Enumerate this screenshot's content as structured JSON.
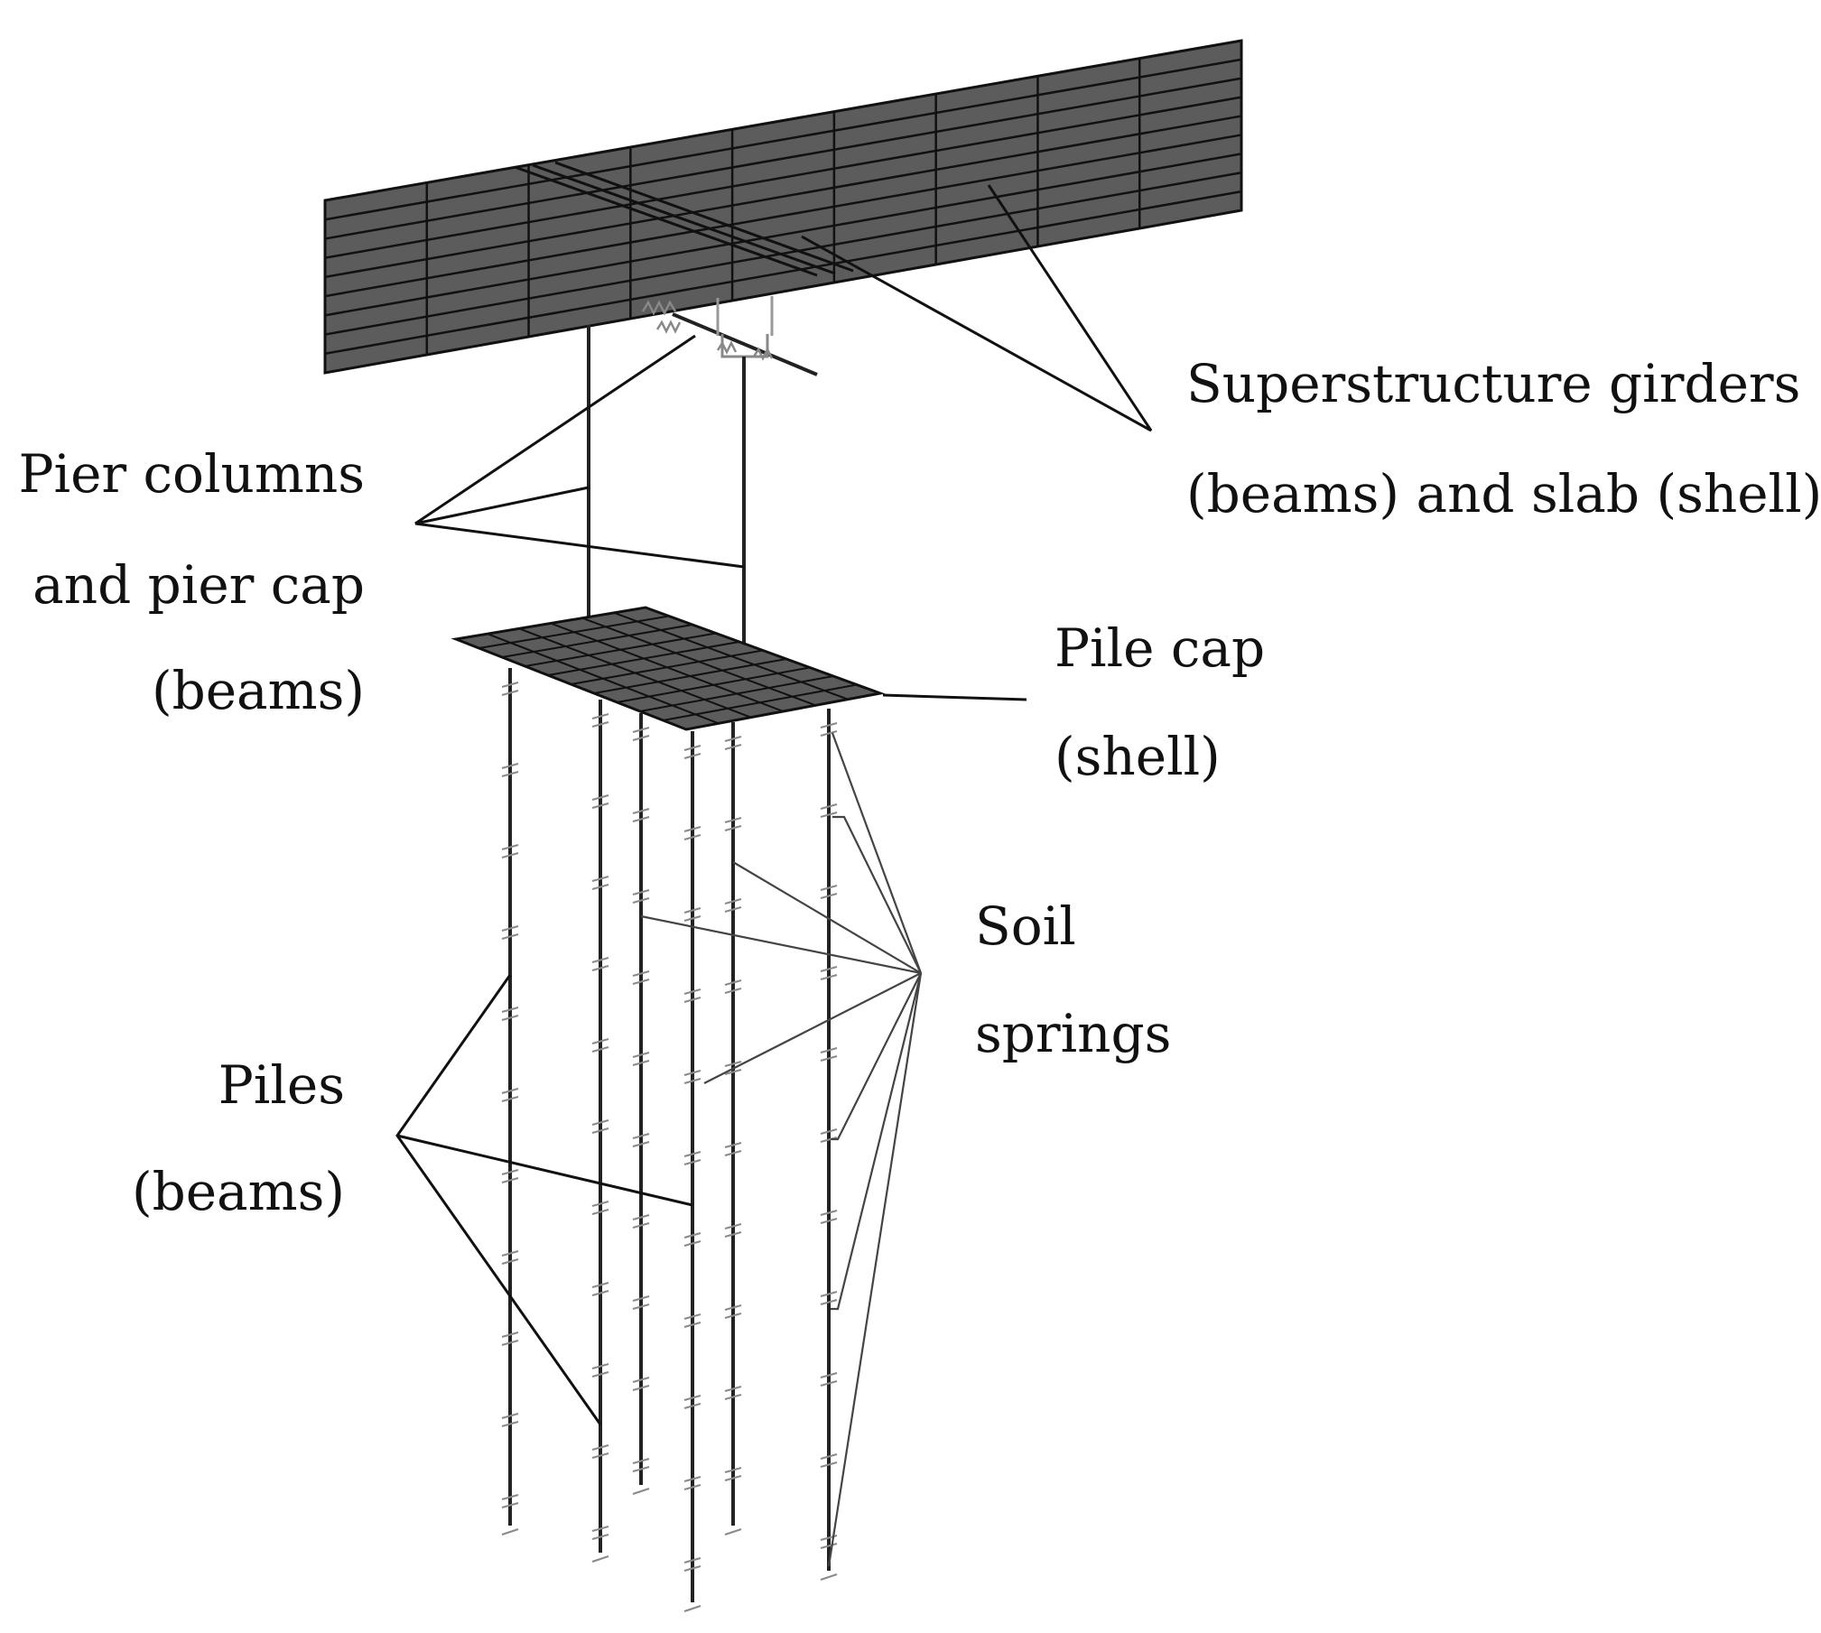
{
  "figure": {
    "labels": {
      "superstructure": [
        "Superstructure girders",
        "(beams) and slab (shell)"
      ],
      "pier": [
        "Pier columns",
        "and pier cap",
        "(beams)"
      ],
      "pile_cap": [
        "Pile cap",
        "(shell)"
      ],
      "soil_springs": [
        "Soil",
        "springs"
      ],
      "piles": [
        "Piles",
        "(beams)"
      ]
    },
    "colors": {
      "shell_fill": "#5c5c5c",
      "mesh_line": "#111111",
      "member_line": "#222222",
      "spring_mark": "#8a8a8a",
      "leader_line": "#111111"
    }
  }
}
